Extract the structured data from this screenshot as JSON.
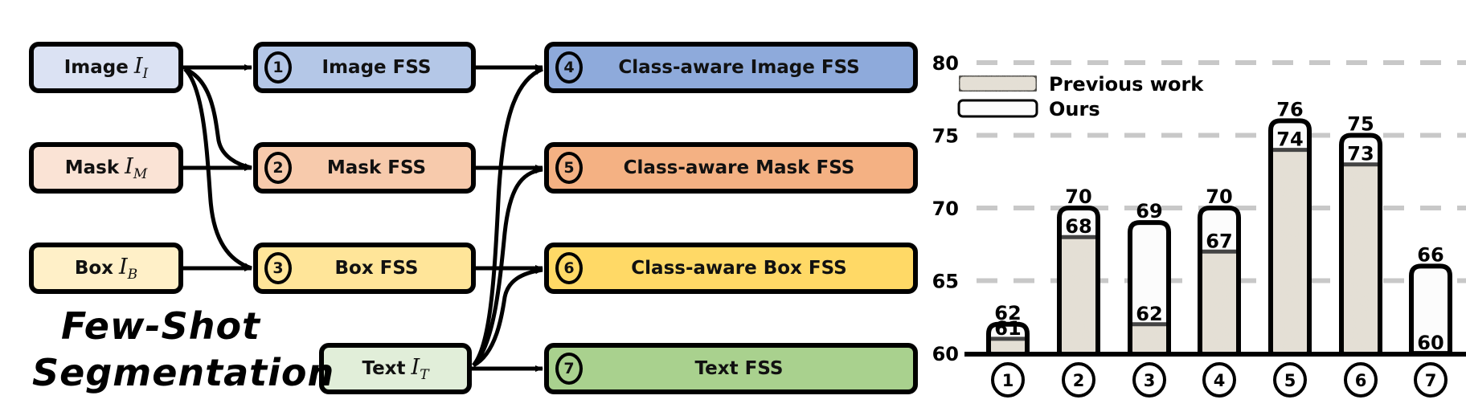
{
  "diagram": {
    "inputs": [
      {
        "id": "image",
        "label": "Image",
        "symbol": "I",
        "subscript": "I",
        "color": "#dbe2f3"
      },
      {
        "id": "mask",
        "label": "Mask",
        "symbol": "I",
        "subscript": "M",
        "color": "#fae3d5"
      },
      {
        "id": "box",
        "label": "Box",
        "symbol": "I",
        "subscript": "B",
        "color": "#fff0c8"
      },
      {
        "id": "text",
        "label": "Text",
        "symbol": "I",
        "subscript": "T",
        "color": "#e1eed9"
      }
    ],
    "tasks": [
      {
        "num": "1",
        "label": "Image FSS",
        "color": "#b4c7e7"
      },
      {
        "num": "2",
        "label": "Mask FSS",
        "color": "#f7caac"
      },
      {
        "num": "3",
        "label": "Box FSS",
        "color": "#ffe599"
      },
      {
        "num": "4",
        "label": "Class-aware Image FSS",
        "color": "#8eaadb"
      },
      {
        "num": "5",
        "label": "Class-aware Mask FSS",
        "color": "#f4b183"
      },
      {
        "num": "6",
        "label": "Class-aware Box FSS",
        "color": "#ffd966"
      },
      {
        "num": "7",
        "label": "Text FSS",
        "color": "#a9d18e"
      }
    ],
    "title_line1": "Few-Shot",
    "title_line2": "Segmentation"
  },
  "chart_data": {
    "type": "bar",
    "categories": [
      "1",
      "2",
      "3",
      "4",
      "5",
      "6",
      "7"
    ],
    "series": [
      {
        "name": "Previous work",
        "values": [
          61,
          68,
          62,
          67,
          74,
          73,
          60
        ],
        "color": "#e4e0d5"
      },
      {
        "name": "Ours",
        "values": [
          62,
          70,
          69,
          70,
          76,
          75,
          66
        ],
        "color": "#fcfcfc"
      }
    ],
    "ylim": [
      60,
      80
    ],
    "yticks": [
      "60",
      "65",
      "70",
      "75",
      "80"
    ],
    "ytick_values": [
      60,
      65,
      70,
      75,
      80
    ],
    "grid": true,
    "legend": "top-left",
    "title": "",
    "xlabel": "",
    "ylabel": ""
  }
}
